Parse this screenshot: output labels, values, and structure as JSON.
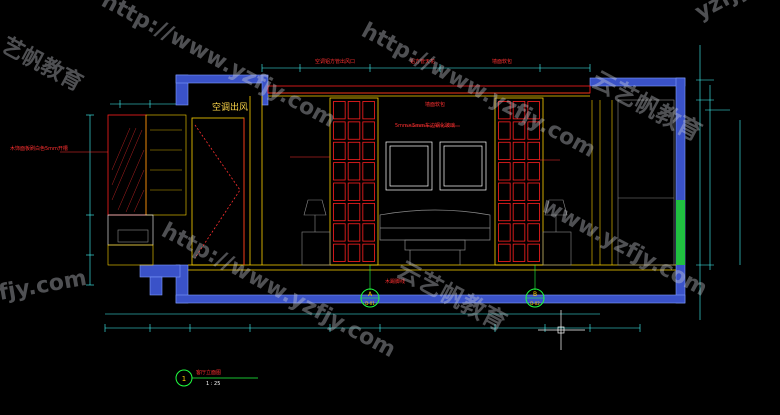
{
  "drawing": {
    "room_label": "空调出风",
    "top_labels": [
      "空调铝方管出风口",
      "铝方管天花",
      "墙面软包"
    ],
    "center_label": "墙面软包",
    "center_label2": "5mm×5mm车边钢化玻璃",
    "left_label": "木饰面板刷白色5mm开槽",
    "bottom_label": "木踢脚线",
    "section_markers": [
      {
        "id": "A",
        "sub": "D-01"
      },
      {
        "id": "B",
        "sub": "D-02"
      }
    ],
    "title_block": {
      "number": "1",
      "name": "客厅立面图",
      "scale": "1 : 25"
    }
  },
  "watermarks": {
    "url": "http://www.yzfjy.com",
    "brand": "云艺帆教育",
    "short_url": "www.yzfjy.com",
    "corner": "yzfjy",
    "corner2": "fjy.com",
    "corner3": "艺帆教育"
  },
  "colors": {
    "background": "#000000",
    "wall": "#3a52c8",
    "frame_red": "#ff2020",
    "dim_cyan": "#44ffff",
    "accent_yellow": "#ffd400",
    "furniture": "#8a8a8a",
    "marker_green": "#20ff40"
  }
}
